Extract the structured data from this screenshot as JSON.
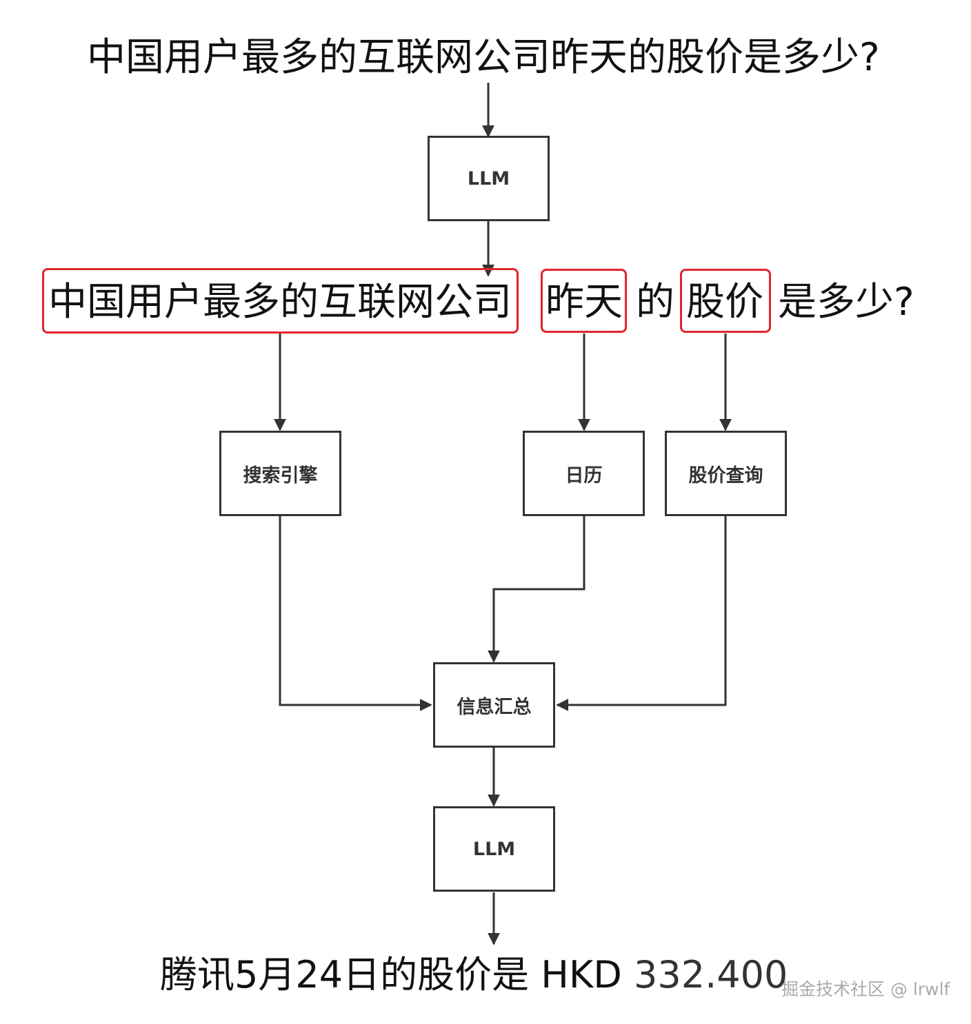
{
  "question": "中国用户最多的互联网公司昨天的股价是多少?",
  "segments": {
    "company": "中国用户最多的互联网公司",
    "date": "昨天",
    "particle": "的",
    "price": "股价",
    "tail": "是多少?"
  },
  "nodes": {
    "llm_top": "LLM",
    "search": "搜索引擎",
    "calendar": "日历",
    "stock": "股价查询",
    "summary": "信息汇总",
    "llm_bottom": "LLM"
  },
  "answer": {
    "text": "腾讯5月24日的股价是 HKD",
    "value": "332.400"
  },
  "watermark": "掘金技术社区 @ lrwlf",
  "colors": {
    "highlight": "#e0252b",
    "line": "#333333"
  }
}
